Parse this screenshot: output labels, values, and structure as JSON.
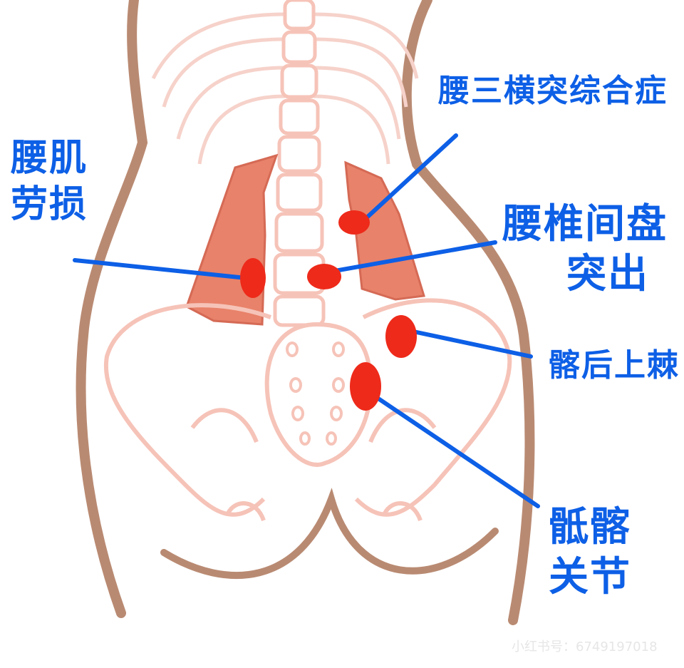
{
  "labels": {
    "l3_transverse": "腰三横突综合症",
    "lumbar_strain_1": "腰肌",
    "lumbar_strain_2": "劳损",
    "disc_herniation_1": "腰椎间盘",
    "disc_herniation_2": "突出",
    "psis": "髂后上棘",
    "si_joint_1": "骶髂",
    "si_joint_2": "关节"
  },
  "watermark": "小红书号：6749197018",
  "colors": {
    "label": "#0d5fe6",
    "pain_point": "#ee2a1a",
    "body_outline": "#b98a72",
    "bone": "#f6c3b8",
    "muscle": "#e8826a"
  }
}
